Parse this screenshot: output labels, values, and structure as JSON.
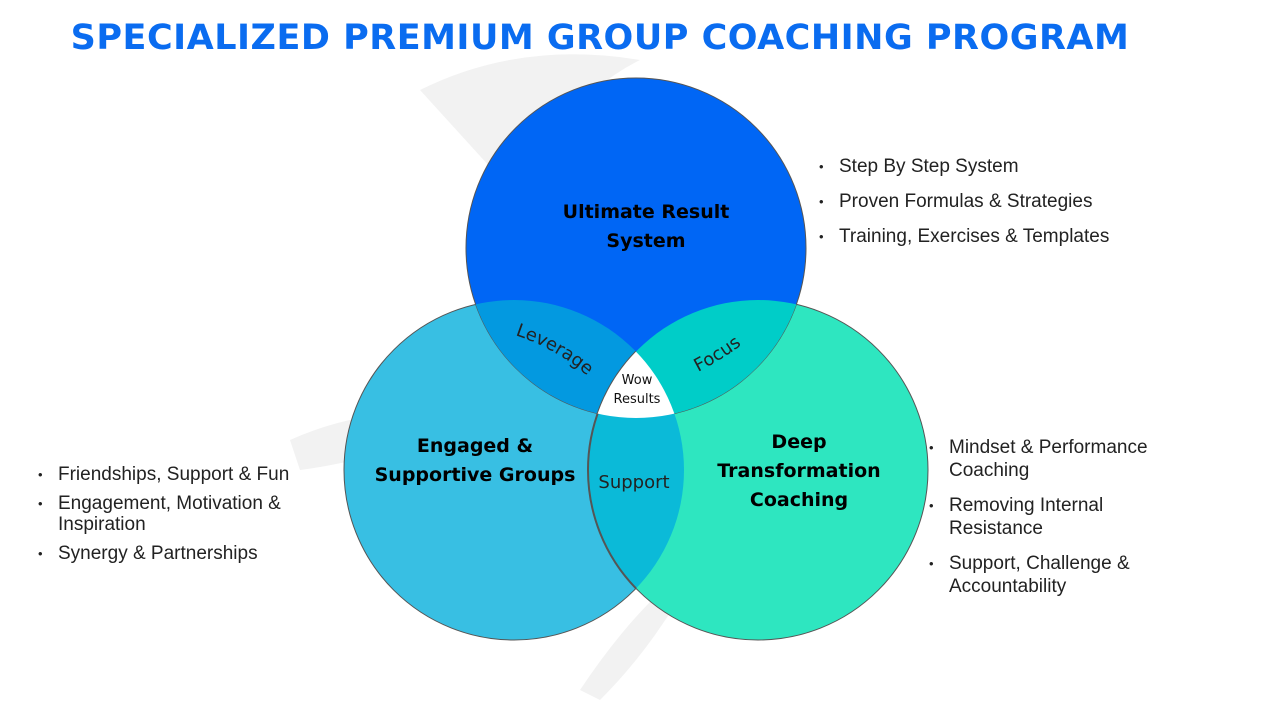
{
  "title": "SPECIALIZED PREMIUM GROUP COACHING PROGRAM",
  "circles": {
    "top": {
      "line1": "Ultimate Result",
      "line2": "System",
      "color": "#0066f5"
    },
    "left": {
      "line1": "Engaged &",
      "line2": "Supportive Groups",
      "color": "#38bfe3"
    },
    "right": {
      "line1": "Deep",
      "line2": "Transformation",
      "line3": "Coaching",
      "color": "#2ee6c0"
    }
  },
  "overlaps": {
    "top_left": "Leverage",
    "top_right": "Focus",
    "left_right": "Support",
    "center_line1": "Wow",
    "center_line2": "Results"
  },
  "lists": {
    "top_right": [
      "Step By Step System",
      "Proven Formulas & Strategies",
      "Training, Exercises & Templates"
    ],
    "left": [
      "Friendships, Support & Fun",
      "Engagement, Motivation & Inspiration",
      "Synergy & Partnerships"
    ],
    "bottom_right": [
      "Mindset & Performance Coaching",
      "Removing Internal Resistance",
      "Support, Challenge & Accountability"
    ]
  }
}
